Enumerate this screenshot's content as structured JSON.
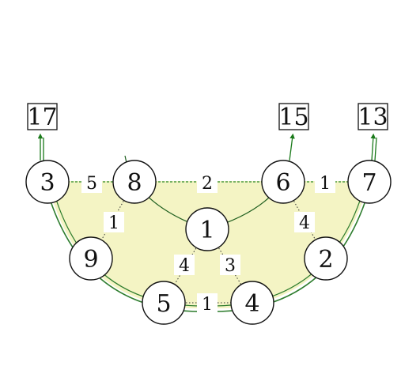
{
  "colors": {
    "region_fill": "#f4f4c4",
    "boundary_green": "#2e7d2e",
    "dashed_edge": "#2f8a2f",
    "inner_edge": "#1f5f1f",
    "arrow_green": "#1a7a1a",
    "node_stroke": "#111111",
    "node_fill": "#ffffff"
  },
  "diagram": {
    "nodes": [
      {
        "id": "n3",
        "label": "3"
      },
      {
        "id": "n8",
        "label": "8"
      },
      {
        "id": "n6",
        "label": "6"
      },
      {
        "id": "n7",
        "label": "7"
      },
      {
        "id": "n1",
        "label": "1"
      },
      {
        "id": "n9",
        "label": "9"
      },
      {
        "id": "n2",
        "label": "2"
      },
      {
        "id": "n5",
        "label": "5"
      },
      {
        "id": "n4",
        "label": "4"
      }
    ],
    "boxes": [
      {
        "id": "b17",
        "label": "17"
      },
      {
        "id": "b15",
        "label": "15"
      },
      {
        "id": "b13",
        "label": "13"
      }
    ],
    "edge_labels": [
      {
        "id": "e3-8",
        "label": "5"
      },
      {
        "id": "e8-6",
        "label": "2"
      },
      {
        "id": "e6-7",
        "label": "1"
      },
      {
        "id": "e8-9",
        "label": "1"
      },
      {
        "id": "e6-2",
        "label": "4"
      },
      {
        "id": "e1-5",
        "label": "4"
      },
      {
        "id": "e1-4",
        "label": "3"
      },
      {
        "id": "e5-4",
        "label": "1"
      }
    ]
  }
}
